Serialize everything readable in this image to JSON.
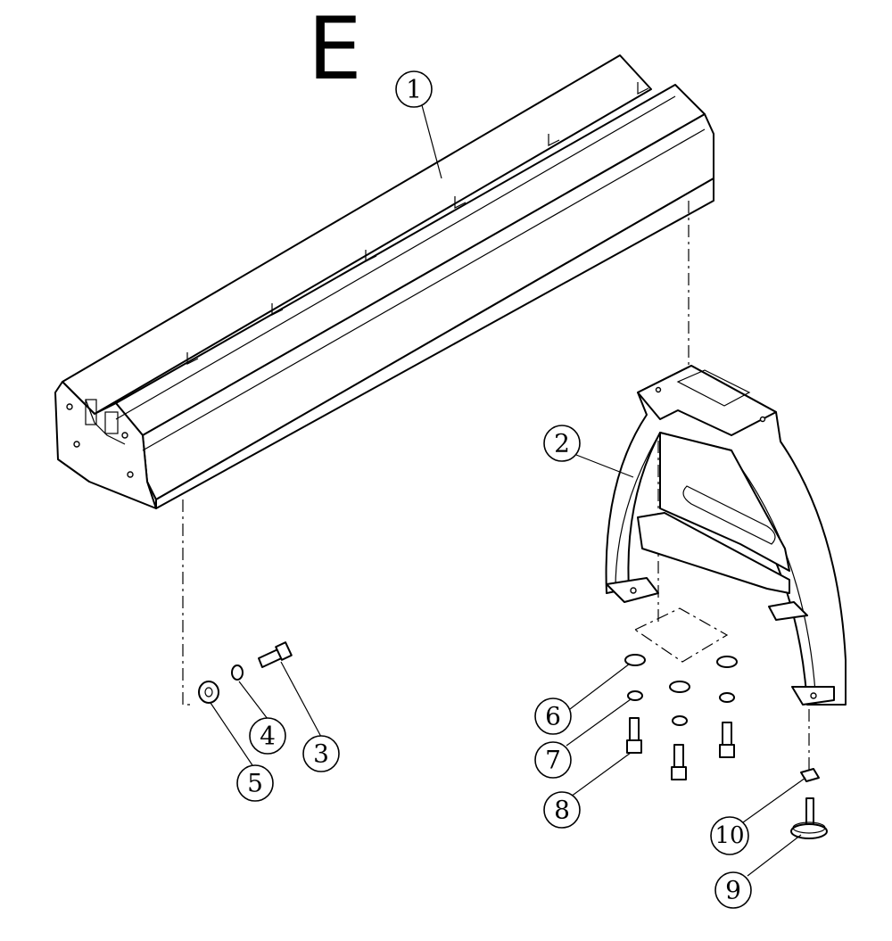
{
  "section_letter": "E",
  "callouts": [
    {
      "id": 1,
      "label": "1"
    },
    {
      "id": 2,
      "label": "2"
    },
    {
      "id": 3,
      "label": "3"
    },
    {
      "id": 4,
      "label": "4"
    },
    {
      "id": 5,
      "label": "5"
    },
    {
      "id": 6,
      "label": "6"
    },
    {
      "id": 7,
      "label": "7"
    },
    {
      "id": 8,
      "label": "8"
    },
    {
      "id": 9,
      "label": "9"
    },
    {
      "id": 10,
      "label": "10"
    }
  ]
}
